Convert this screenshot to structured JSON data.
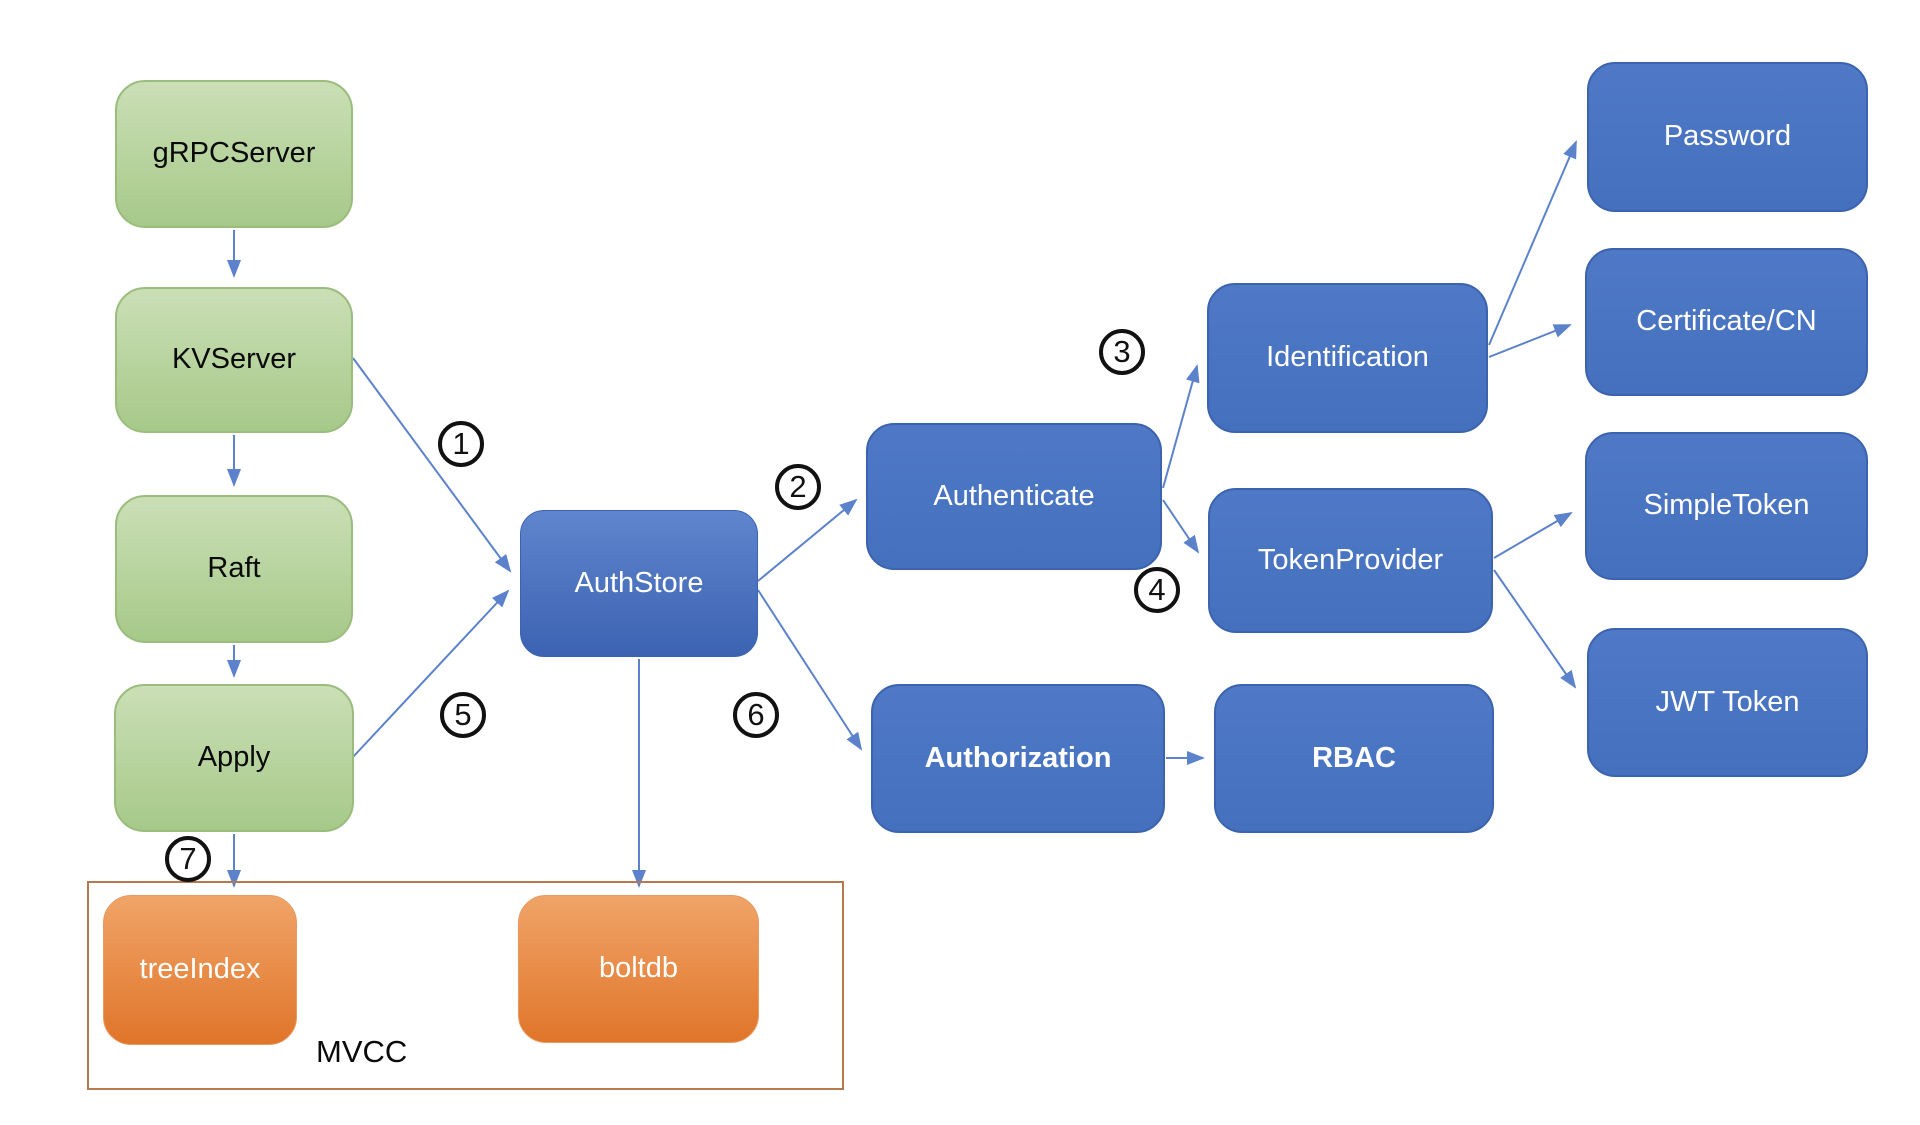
{
  "diagram": {
    "nodes": {
      "grpcserver": "gRPCServer",
      "kvserver": "KVServer",
      "raft": "Raft",
      "apply": "Apply",
      "authstore": "AuthStore",
      "authenticate": "Authenticate",
      "identification": "Identification",
      "tokenprovider": "TokenProvider",
      "authorization": "Authorization",
      "rbac": "RBAC",
      "password": "Password",
      "certificate_cn": "Certificate/CN",
      "simpletoken": "SimpleToken",
      "jwt_token": "JWT Token",
      "treeindex": "treeIndex",
      "boltdb": "boltdb"
    },
    "group": {
      "label": "MVCC"
    },
    "steps": {
      "s1": "1",
      "s2": "2",
      "s3": "3",
      "s4": "4",
      "s5": "5",
      "s6": "6",
      "s7": "7"
    },
    "edges": [
      {
        "from": "gRPCServer",
        "to": "KVServer"
      },
      {
        "from": "KVServer",
        "to": "Raft"
      },
      {
        "from": "Raft",
        "to": "Apply"
      },
      {
        "from": "KVServer",
        "to": "AuthStore",
        "step": "1"
      },
      {
        "from": "AuthStore",
        "to": "Authenticate",
        "step": "2"
      },
      {
        "from": "Authenticate",
        "to": "Identification",
        "step": "3"
      },
      {
        "from": "Authenticate",
        "to": "TokenProvider",
        "step": "4"
      },
      {
        "from": "Apply",
        "to": "AuthStore",
        "step": "5"
      },
      {
        "from": "AuthStore",
        "to": "Authorization",
        "step": "6"
      },
      {
        "from": "Apply",
        "to": "treeIndex",
        "step": "7"
      },
      {
        "from": "AuthStore",
        "to": "boltdb"
      },
      {
        "from": "Identification",
        "to": "Password"
      },
      {
        "from": "Identification",
        "to": "Certificate/CN"
      },
      {
        "from": "TokenProvider",
        "to": "SimpleToken"
      },
      {
        "from": "TokenProvider",
        "to": "JWT Token"
      },
      {
        "from": "Authorization",
        "to": "RBAC"
      }
    ],
    "colors": {
      "green-top": "#cbdfb6",
      "green-bottom": "#a6c989",
      "green-border": "#9abc7d",
      "blue-top": "#4f79c6",
      "blue-bottom": "#4470bd",
      "blue-border": "#3b63ae",
      "authstore-top": "#5f85ce",
      "authstore-bottom": "#3c63b1",
      "orange-top": "#f0a468",
      "orange-bottom": "#e0752a",
      "orange-border": "#e89a5f",
      "arrow": "#5b82cb",
      "group-border": "#b5794f"
    }
  }
}
